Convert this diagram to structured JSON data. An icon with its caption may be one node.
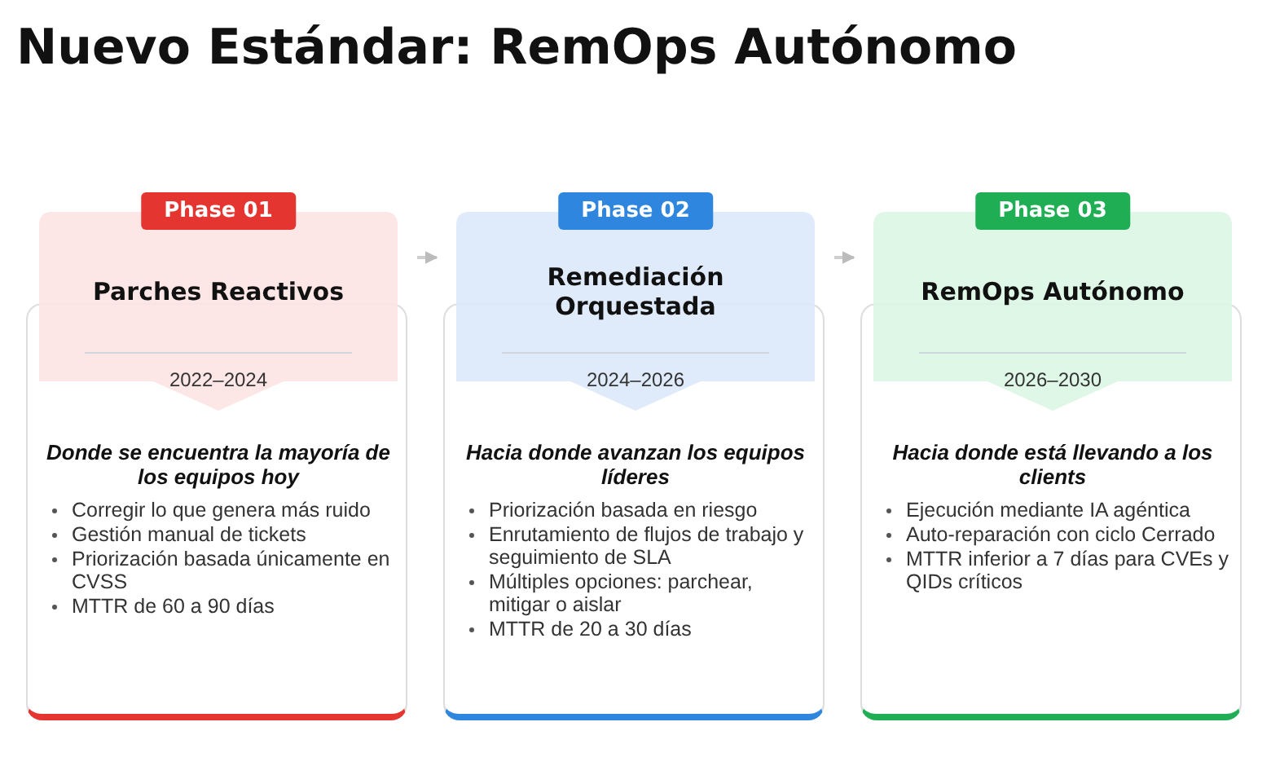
{
  "diagram": {
    "title": "Nuevo Estándar: RemOps Autónomo",
    "nodes": [
      {
        "text": [
          "Phase 01",
          "Parches Reactivos",
          "2022–2024",
          "Donde se encuentra la mayoría de los equipos hoy",
          "Corregir lo que genera más ruido",
          "Gestión manual de tickets",
          "Priorización basada únicamente en CVSS",
          "MTTR de 60 a 90 días"
        ]
      },
      {
        "text": [
          "Phase 02",
          "Remediación Orquestada",
          "2024–2026",
          "Hacia donde avanzan los equipos líderes",
          "Priorización basada en riesgo",
          "Enrutamiento de flujos de trabajo y seguimiento de SLA",
          "Múltiples opciones: parchear, mitigar o aislar",
          "MTTR de 20 a 30 días"
        ]
      },
      {
        "text": [
          "Phase 03",
          "RemOps Autónomo",
          "2026–2030",
          "Hacia donde está llevando a los clients",
          "Ejecución mediante IA agéntica",
          "Auto-reparación con ciclo Cerrado",
          "MTTR inferior a 7 días para CVEs y QIDs críticos"
        ]
      }
    ],
    "edges": [
      {
        "from": 0,
        "to": 1,
        "arrow": "to"
      },
      {
        "from": 1,
        "to": 2,
        "arrow": "to"
      }
    ]
  }
}
